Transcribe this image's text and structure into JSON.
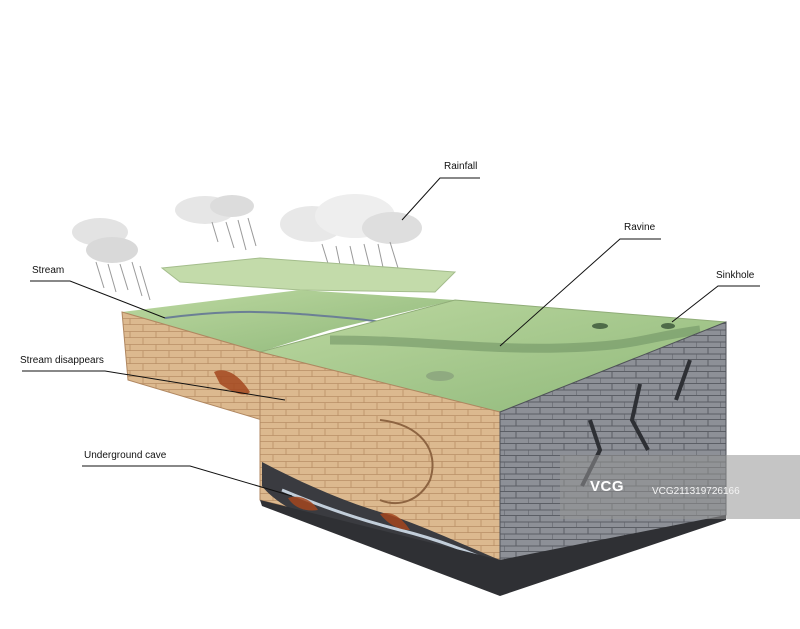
{
  "labels": {
    "rainfall": "Rainfall",
    "ravine": "Ravine",
    "stream": "Stream",
    "sinkhole": "Sinkhole",
    "stream_disappears": "Stream disappears",
    "underground_cave": "Underground cave"
  },
  "watermark": {
    "logo": "VCG",
    "id": "VCG211319726166"
  },
  "colors": {
    "grass": "#a7c98c",
    "sandstone": "#d9b48a",
    "limestone_grey": "#8a8d94",
    "cave_dark": "#2f3034",
    "water": "#b8c6d4",
    "rust": "#a3461f"
  }
}
